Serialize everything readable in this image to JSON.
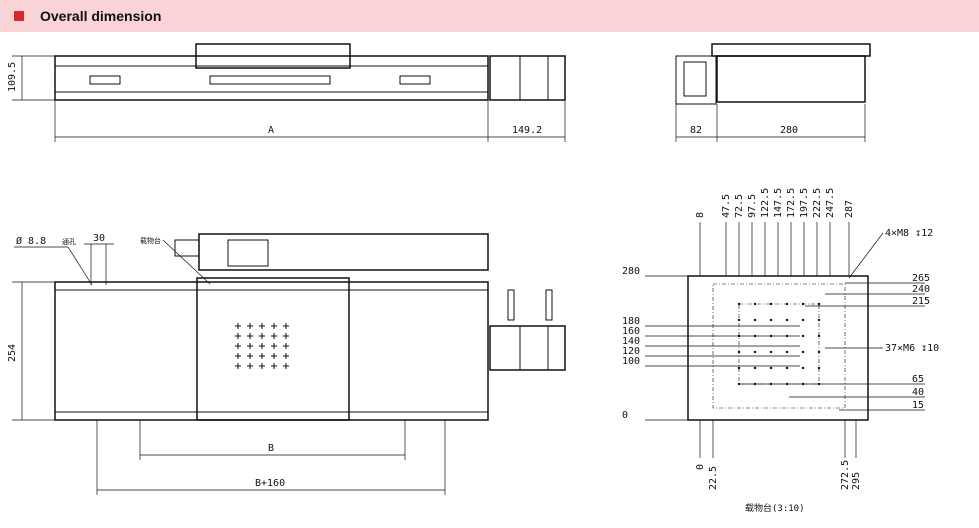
{
  "header": {
    "title": "Overall dimension",
    "accent": "#d9262c",
    "background": "#f9d3d6"
  },
  "top_view": {
    "height": "109.5",
    "length_a": "A",
    "motor_length": "149.2"
  },
  "end_view": {
    "motor_offset": "82",
    "width": "280"
  },
  "plan_view": {
    "hole_note": "Ø 8.8",
    "hole_note_cn": "通孔",
    "pitch": "30",
    "stage_label": "载物台",
    "width": "254",
    "b": "B",
    "b160": "B+160"
  },
  "stage_detail": {
    "top_x": [
      "8",
      "47.5",
      "72.5",
      "97.5",
      "122.5",
      "147.5",
      "172.5",
      "197.5",
      "222.5",
      "247.5",
      "287"
    ],
    "bottom_x": [
      "0",
      "22.5",
      "272.5",
      "295"
    ],
    "left_y": [
      "280",
      "180",
      "160",
      "140",
      "120",
      "100",
      "0"
    ],
    "right_y": [
      "265",
      "240",
      "215",
      "65",
      "40",
      "15"
    ],
    "thread_a": "4×M8 ↧12",
    "thread_b": "37×M6 ↧10",
    "caption": "载物台(3:10)"
  }
}
